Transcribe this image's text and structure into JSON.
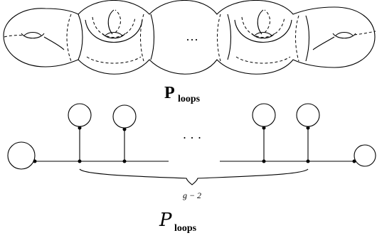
{
  "surface": {
    "ellipsis": "···",
    "label_main": "P",
    "label_sub": "loops"
  },
  "graph": {
    "ellipsis": "· · ·",
    "brace_label": "g − 2",
    "label_main": "P",
    "label_sub": "loops"
  }
}
